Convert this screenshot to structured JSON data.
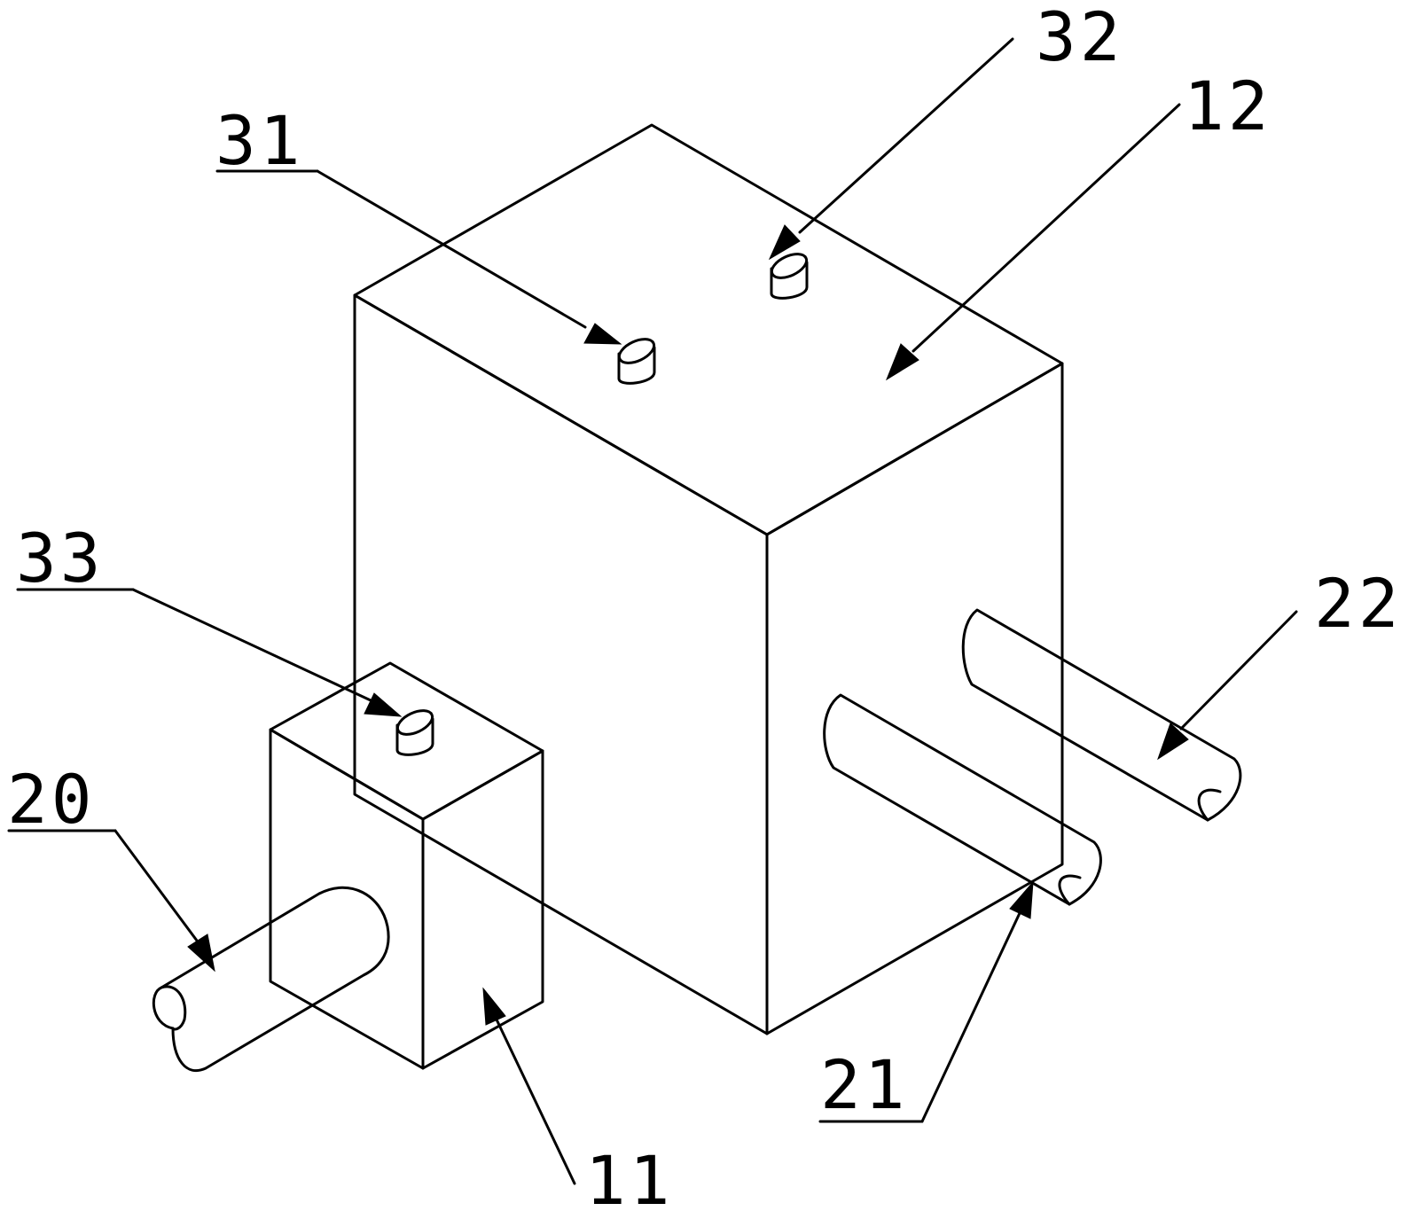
{
  "figure": {
    "style": "black line drawing on white",
    "line_color": "#000000",
    "background_color": "#ffffff"
  },
  "labels": {
    "l31": "31",
    "l32": "32",
    "l12": "12",
    "l33": "33",
    "l22": "22",
    "l20": "20",
    "l21": "21",
    "l11": "11"
  }
}
